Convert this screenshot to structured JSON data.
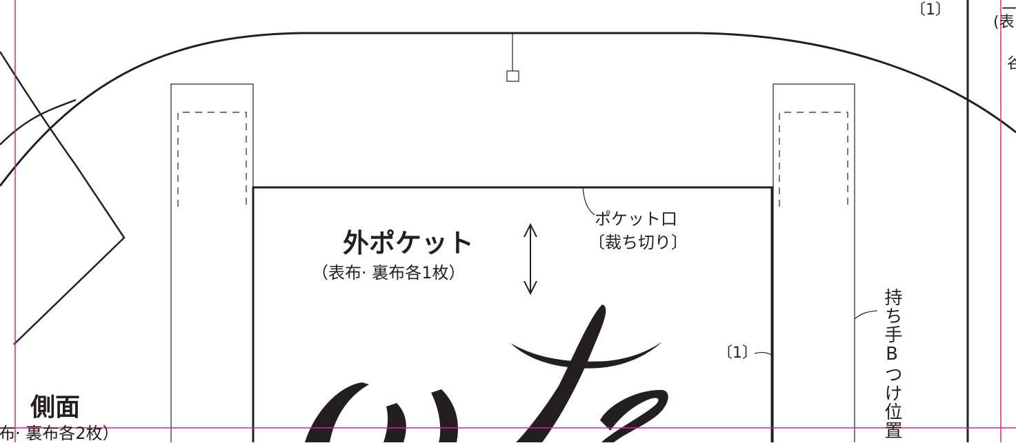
{
  "pocket": {
    "title": "外ポケット",
    "subtitle": "（表布· 裏布各1枚）",
    "opening_label_1": "ポケット口",
    "opening_label_2": "〔裁ち切り〕"
  },
  "side_panel": {
    "title": "側面",
    "subtitle": "布· 裏布各2枚）"
  },
  "handle_position_label": "持ち手Bつけ位置",
  "seam_allowance_label": "〔1〕",
  "top_right_clipped": {
    "line1": "二",
    "line2": "(表",
    "line3": "谷"
  },
  "colors": {
    "line": "#231f20",
    "guide": "#e0218a"
  },
  "icons": {
    "grain": "double-arrow-icon",
    "lettering": "cute-script-lettering"
  }
}
